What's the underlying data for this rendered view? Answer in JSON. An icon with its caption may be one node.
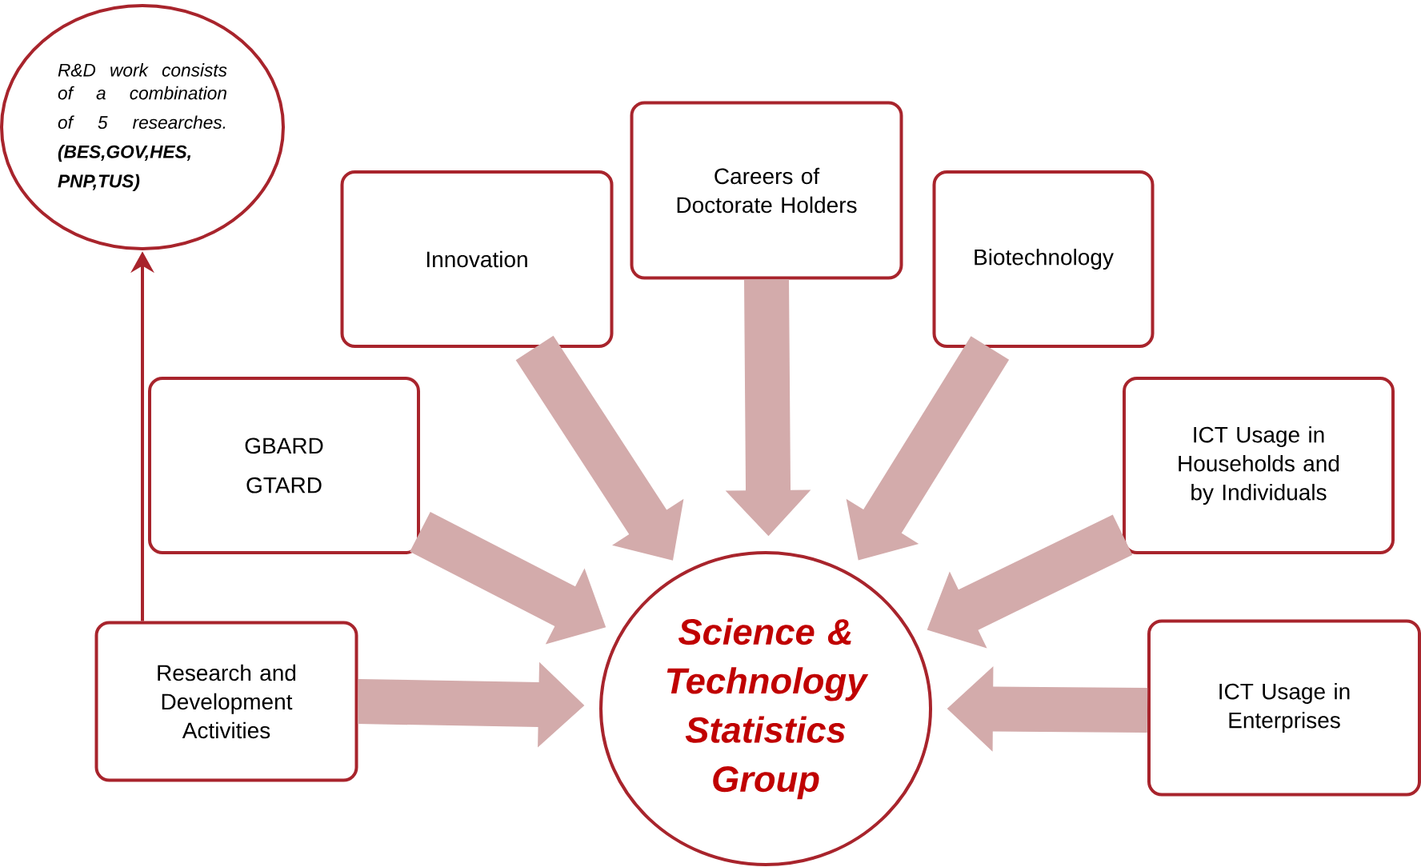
{
  "diagram": {
    "nodes": [
      {
        "text": [
          "R&D work consists of a combination of 5 researches. **(BES,GOV,HES, PNP,TUS)**"
        ]
      },
      {
        "text": [
          "Careers of Doctorate Holders"
        ]
      },
      {
        "text": [
          "Innovation"
        ]
      },
      {
        "text": [
          "Biotechnology"
        ]
      },
      {
        "text": [
          "GBARD GTARD"
        ]
      },
      {
        "text": [
          "ICT Usage in Households and by Individuals"
        ]
      },
      {
        "text": [
          "Research and Development Activities"
        ]
      },
      {
        "text": [
          "ICT Usage in Enterprises"
        ]
      },
      {
        "text": [
          "Science & Technology Statistics Group"
        ]
      }
    ],
    "edges": [
      {
        "from": 6,
        "to": 0,
        "arrow": "to",
        "color": "#a8242c"
      },
      {
        "from": 1,
        "to": 8,
        "arrow": "to",
        "style": "thick"
      },
      {
        "from": 2,
        "to": 8,
        "arrow": "to",
        "style": "thick"
      },
      {
        "from": 3,
        "to": 8,
        "arrow": "to",
        "style": "thick"
      },
      {
        "from": 4,
        "to": 8,
        "arrow": "to",
        "style": "thick"
      },
      {
        "from": 5,
        "to": 8,
        "arrow": "to",
        "style": "thick"
      },
      {
        "from": 6,
        "to": 8,
        "arrow": "to",
        "style": "thick"
      },
      {
        "from": 7,
        "to": 8,
        "arrow": "to",
        "style": "thick"
      }
    ]
  }
}
